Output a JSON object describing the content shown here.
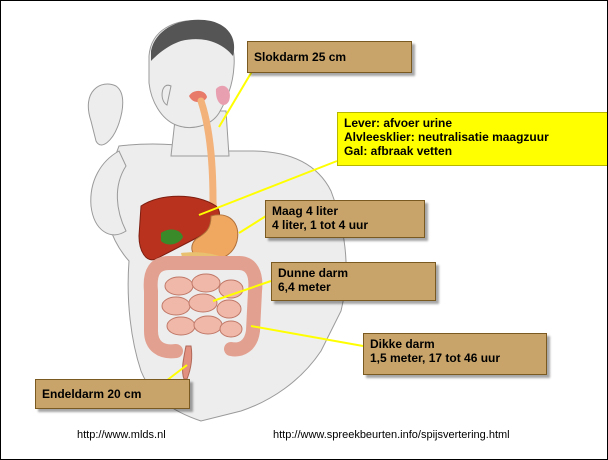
{
  "labels": {
    "slokdarm": "Slokdarm 25 cm",
    "lever": {
      "line1": "Lever: afvoer urine",
      "line2": "Alvleesklier: neutralisatie maagzuur",
      "line3": "Gal: afbraak vetten"
    },
    "maag": {
      "line1": "Maag 4 liter",
      "line2": "4 liter, 1 tot 4 uur"
    },
    "dunne_darm": {
      "line1": "Dunne darm",
      "line2": "6,4 meter"
    },
    "dikke_darm": {
      "line1": "Dikke darm",
      "line2": "1,5 meter, 17 tot 46 uur"
    },
    "endeldarm": "Endeldarm 20 cm"
  },
  "sources": {
    "left": "http://www.mlds.nl",
    "right": "http://www.spreekbeurten.info/spijsvertering.html"
  },
  "colors": {
    "label_fill": "#c8a46a",
    "highlight_fill": "#ffff00",
    "esophagus": "#f2b27a",
    "liver": "#b8321e",
    "stomach": "#f0a860",
    "intestine": "#e8a898",
    "colon": "#e2a090",
    "gallbladder": "#3a8a2a"
  }
}
